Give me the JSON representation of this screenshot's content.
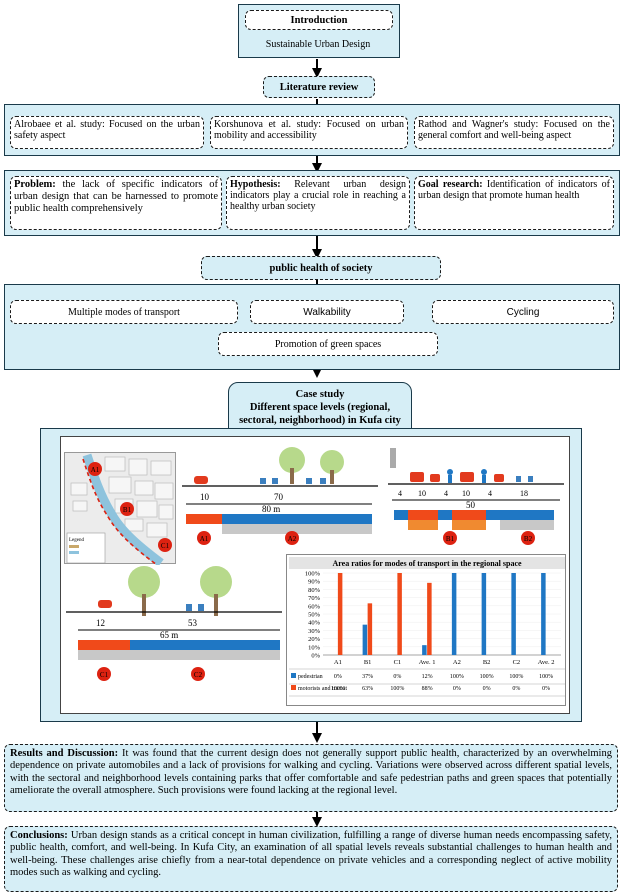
{
  "intro": {
    "title": "Introduction",
    "subtitle": "Sustainable Urban Design"
  },
  "literature": {
    "title": "Literature review",
    "studies": [
      "Alrobaee et al. study: Focused on the urban safety aspect",
      "Korshunova et al. study: Focused on urban mobility and accessibility",
      "Rathod and Wagner's study: Focused on the general comfort and well-being aspect"
    ]
  },
  "problem": {
    "label": "Problem:",
    "text": " the lack of specific indicators of urban design that can be harnessed to promote public health comprehensively"
  },
  "hypothesis": {
    "label": "Hypothesis:",
    "text": " Relevant urban design indicators play a crucial role in reaching a healthy urban society"
  },
  "goal": {
    "label": "Goal research:",
    "text": " Identification of indicators of urban design that promote human health"
  },
  "public_health": {
    "title": "public health of society",
    "items": [
      "Multiple modes of transport",
      "Walkability",
      "Cycling",
      "Promotion of green spaces"
    ]
  },
  "case_study": {
    "title": "Case study",
    "line1": "Different space levels (regional,",
    "line2": "sectoral, neighborhood) in Kufa city"
  },
  "map": {
    "legend": "Legend",
    "labels": [
      "A1",
      "B1",
      "C1"
    ]
  },
  "sections": {
    "s1": {
      "dims": [
        "10",
        "70"
      ],
      "total": "80 m",
      "markers": [
        "A1",
        "A2"
      ]
    },
    "s2": {
      "dims": [
        "4",
        "10",
        "4",
        "10",
        "4",
        "18"
      ],
      "total": "50",
      "markers": [
        "B1",
        "B2"
      ]
    },
    "s3": {
      "dims": [
        "12",
        "53"
      ],
      "total": "65 m",
      "markers": [
        "C1",
        "C2"
      ]
    }
  },
  "chart_data": {
    "type": "bar",
    "title": "Area ratios for modes of transport in the regional space",
    "categories": [
      "A1",
      "B1",
      "C1",
      "Ave. 1",
      "A2",
      "B2",
      "C2",
      "Ave. 2"
    ],
    "series": [
      {
        "name": "pedestrian",
        "color": "#1f77c4",
        "values": [
          0,
          37,
          0,
          12,
          100,
          100,
          100,
          100
        ],
        "labels": [
          "0%",
          "37%",
          "0%",
          "12%",
          "100%",
          "100%",
          "100%",
          "100%"
        ]
      },
      {
        "name": "motorists and transit",
        "color": "#f04a1a",
        "values": [
          100,
          63,
          100,
          88,
          0,
          0,
          0,
          0
        ],
        "labels": [
          "100%",
          "63%",
          "100%",
          "88%",
          "0%",
          "0%",
          "0%",
          "0%"
        ]
      }
    ],
    "yticks": [
      "100%",
      "90%",
      "80%",
      "70%",
      "60%",
      "50%",
      "40%",
      "30%",
      "20%",
      "10%",
      "0%"
    ],
    "ylim": [
      0,
      100
    ]
  },
  "results": {
    "label": "Results and Discussion:",
    "text": " It was found that the current design does not generally support public health, characterized by an overwhelming dependence on private automobiles and a lack of provisions for walking and cycling. Variations were observed across different spatial levels, with the sectoral and neighborhood levels containing parks that offer comfortable and safe pedestrian paths and green spaces that potentially ameliorate the overall atmosphere. Such provisions were found lacking at the regional level."
  },
  "conclusions": {
    "label": "Conclusions:",
    "text": " Urban design stands as a critical concept in human civilization, fulfilling a range of diverse human needs encompassing safety, public health, comfort, and well-being. In Kufa City, an examination of all spatial levels reveals substantial challenges to human health and well-being. These challenges arise chiefly from a near-total dependence on private vehicles and a corresponding neglect of active mobility modes such as walking and cycling."
  }
}
